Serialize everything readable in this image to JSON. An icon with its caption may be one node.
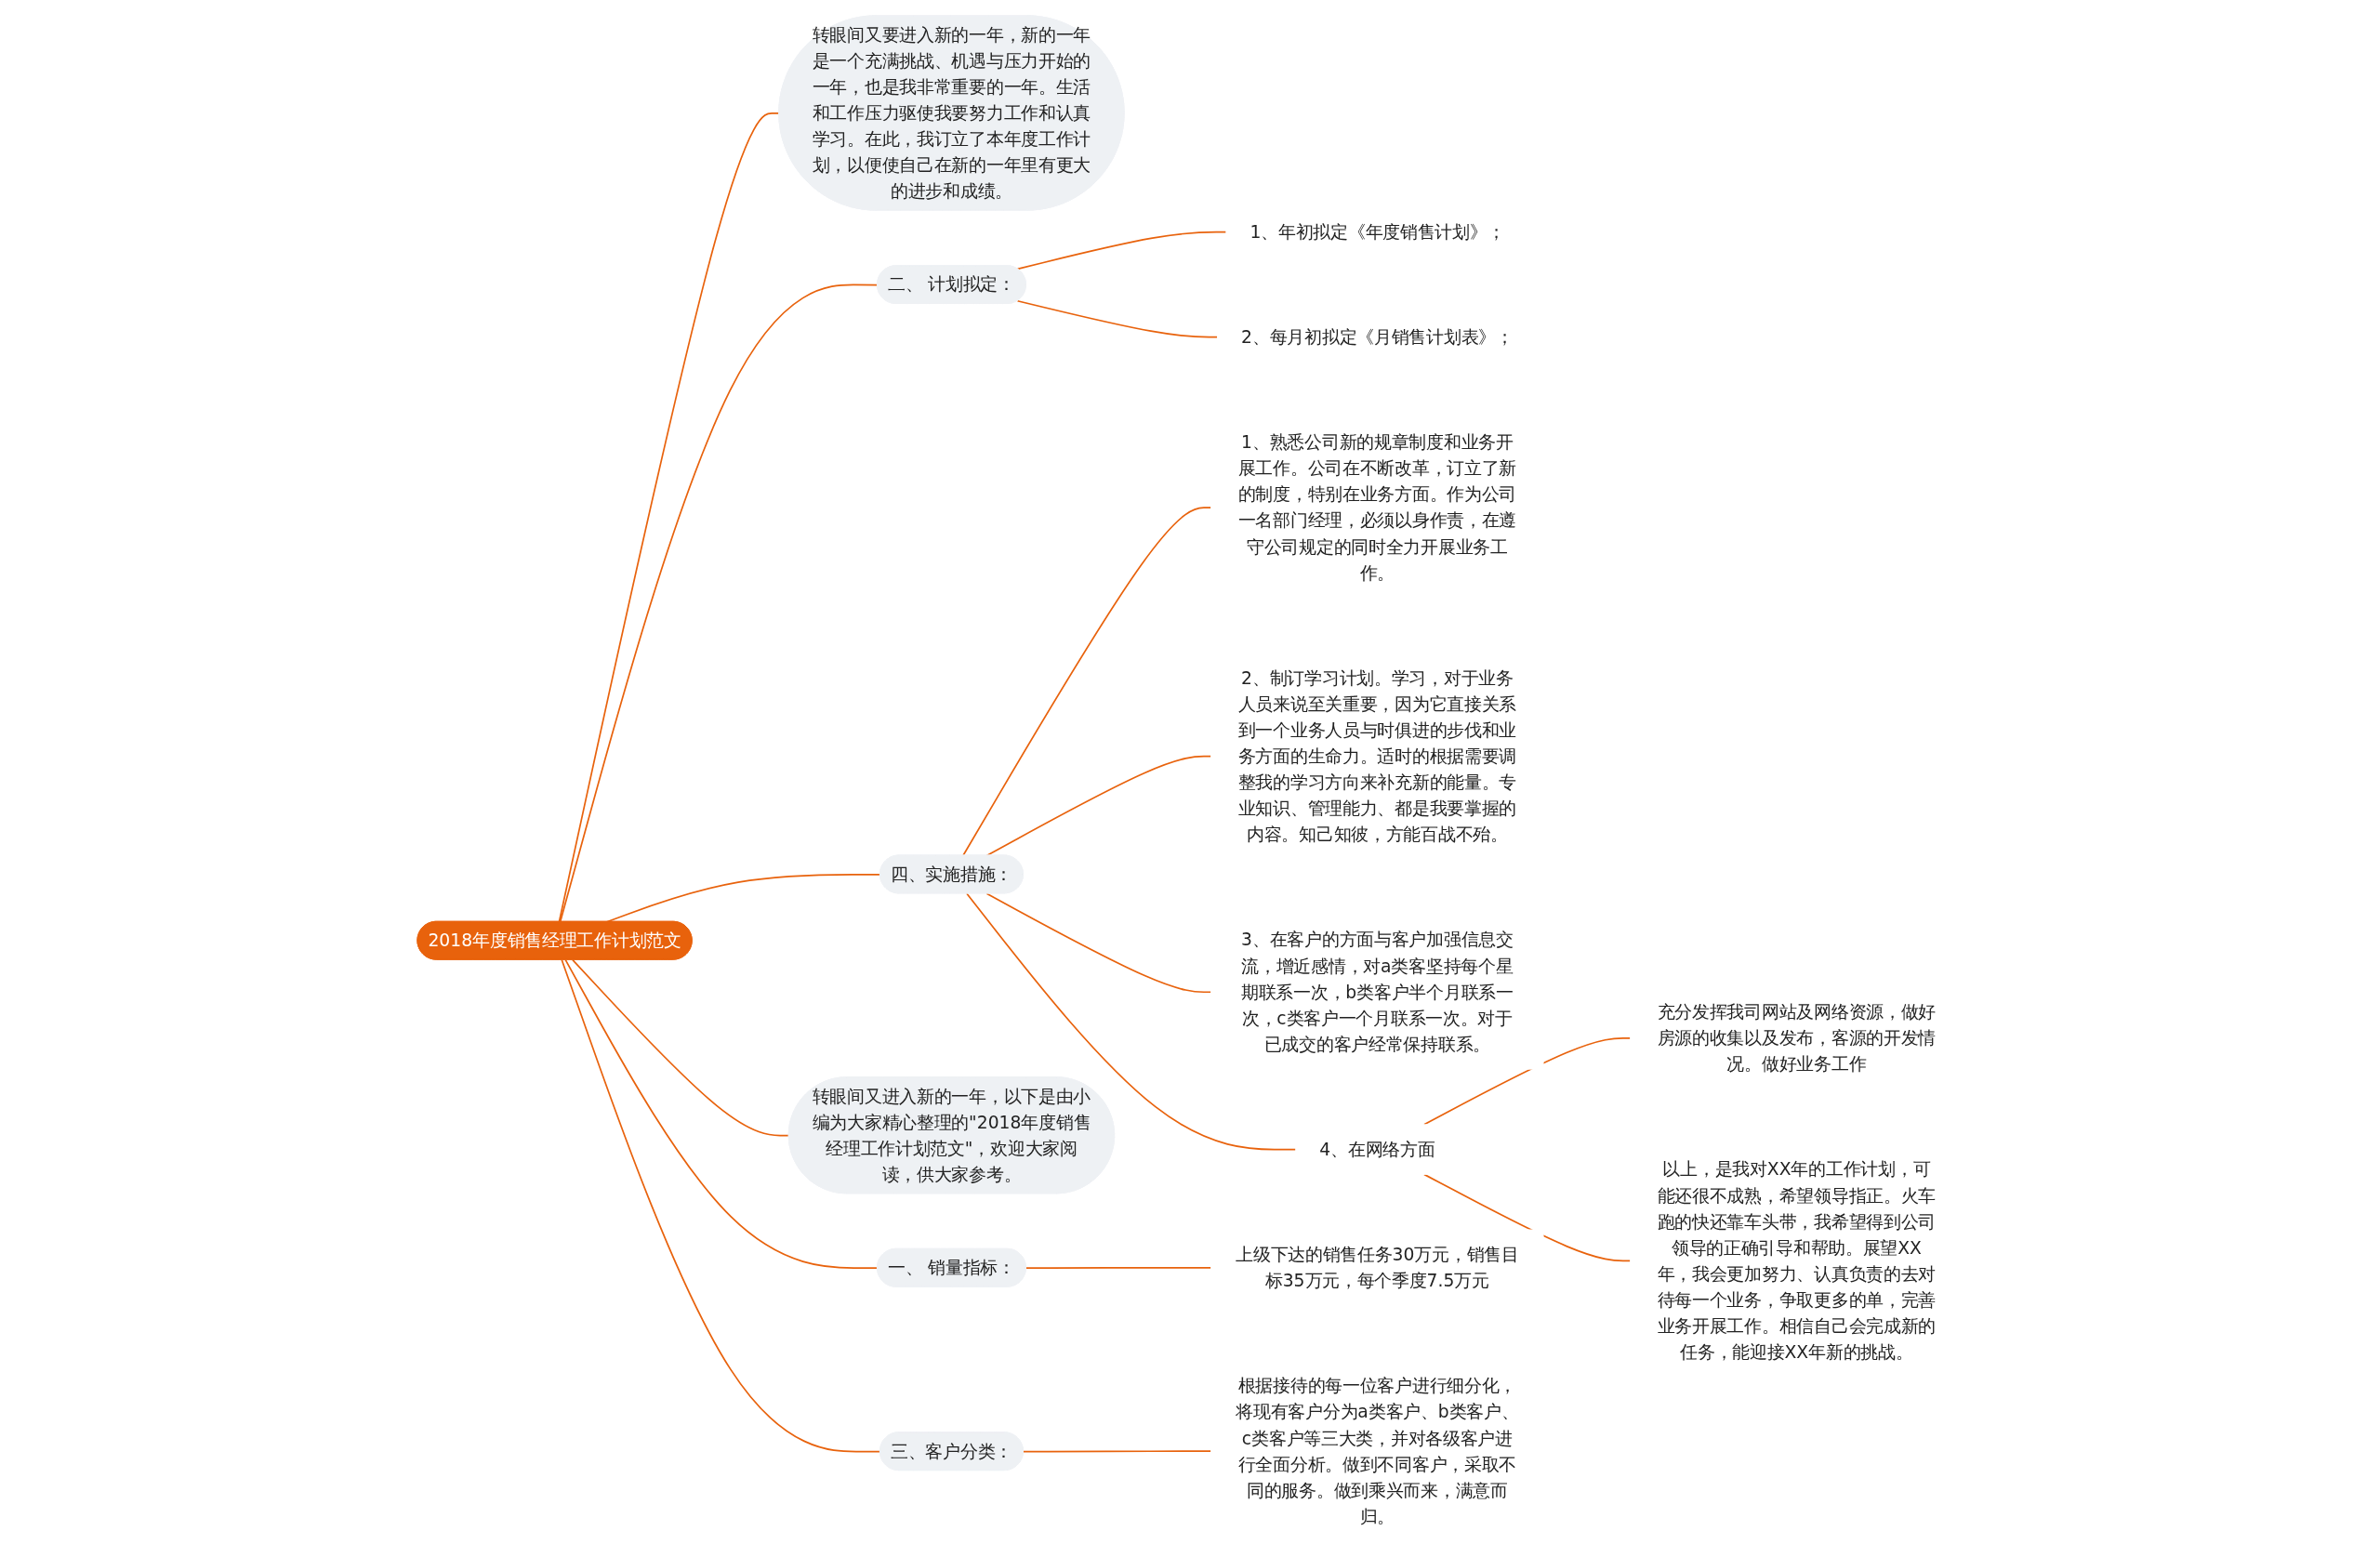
{
  "diagram": {
    "nodes": [
      {
        "text": [
          "2018年度销售经理工作计划范文"
        ]
      },
      {
        "text": [
          "转眼间又要进入新的一年，新的一年是一个充满挑战、机遇与压力开始的一年，也是我非常重要的一年。生活和工作压力驱使我要努力工作和认真学习。在此，我订立了本年度工作计划，以便使自己在新的一年里有更大的进步和成绩。"
        ]
      },
      {
        "text": [
          "二、 计划拟定："
        ]
      },
      {
        "text": [
          "1、年初拟定《年度销售计划》；"
        ]
      },
      {
        "text": [
          "2、每月初拟定《月销售计划表》；"
        ]
      },
      {
        "text": [
          "四、实施措施："
        ]
      },
      {
        "text": [
          "1、熟悉公司新的规章制度和业务开展工作。公司在不断改革，订立了新的制度，特别在业务方面。作为公司一名部门经理，必须以身作责，在遵守公司规定的同时全力开展业务工作。"
        ]
      },
      {
        "text": [
          "2、制订学习计划。学习，对于业务人员来说至关重要，因为它直接关系到一个业务人员与时俱进的步伐和业务方面的生命力。适时的根据需要调整我的学习方向来补充新的能量。专业知识、管理能力、都是我要掌握的内容。知己知彼，方能百战不殆。"
        ]
      },
      {
        "text": [
          "3、在客户的方面与客户加强信息交流，增近感情，对a类客坚持每个星期联系一次，b类客户半个月联系一次，c类客户一个月联系一次。对于已成交的客户经常保持联系。"
        ]
      },
      {
        "text": [
          "4、在网络方面"
        ]
      },
      {
        "text": [
          "充分发挥我司网站及网络资源，做好房源的收集以及发布，客源的开发情况。做好业务工作"
        ]
      },
      {
        "text": [
          "以上，是我对XX年的工作计划，可能还很不成熟，希望领导指正。火车跑的快还靠车头带，我希望得到公司领导的正确引导和帮助。展望XX年，我会更加努力、认真负责的去对待每一个业务，争取更多的单，完善业务开展工作。相信自己会完成新的任务，能迎接XX年新的挑战。"
        ]
      },
      {
        "text": [
          "转眼间又进入新的一年，以下是由小编为大家精心整理的\"2018年度销售经理工作计划范文\"，欢迎大家阅读，供大家参考。"
        ]
      },
      {
        "text": [
          "一、 销量指标："
        ]
      },
      {
        "text": [
          "上级下达的销售任务30万元，销售目标35万元，每个季度7.5万元"
        ]
      },
      {
        "text": [
          "三、客户分类："
        ]
      },
      {
        "text": [
          "根据接待的每一位客户进行细分化，将现有客户分为a类客户、b类客户、c类客户等三大类，并对各级客户进行全面分析。做到不同客户，采取不同的服务。做到乘兴而来，满意而归。"
        ]
      }
    ],
    "edges": [
      {
        "from": 0,
        "to": 1,
        "arrow": "none"
      },
      {
        "from": 0,
        "to": 2,
        "arrow": "none"
      },
      {
        "from": 2,
        "to": 3,
        "arrow": "none"
      },
      {
        "from": 2,
        "to": 4,
        "arrow": "none"
      },
      {
        "from": 0,
        "to": 5,
        "arrow": "none"
      },
      {
        "from": 5,
        "to": 6,
        "arrow": "none"
      },
      {
        "from": 5,
        "to": 7,
        "arrow": "none"
      },
      {
        "from": 5,
        "to": 8,
        "arrow": "none"
      },
      {
        "from": 5,
        "to": 9,
        "arrow": "none"
      },
      {
        "from": 9,
        "to": 10,
        "arrow": "none"
      },
      {
        "from": 9,
        "to": 11,
        "arrow": "none"
      },
      {
        "from": 0,
        "to": 12,
        "arrow": "none"
      },
      {
        "from": 0,
        "to": 13,
        "arrow": "none"
      },
      {
        "from": 13,
        "to": 14,
        "arrow": "none"
      },
      {
        "from": 0,
        "to": 15,
        "arrow": "none"
      },
      {
        "from": 15,
        "to": 16,
        "arrow": "none"
      }
    ]
  }
}
